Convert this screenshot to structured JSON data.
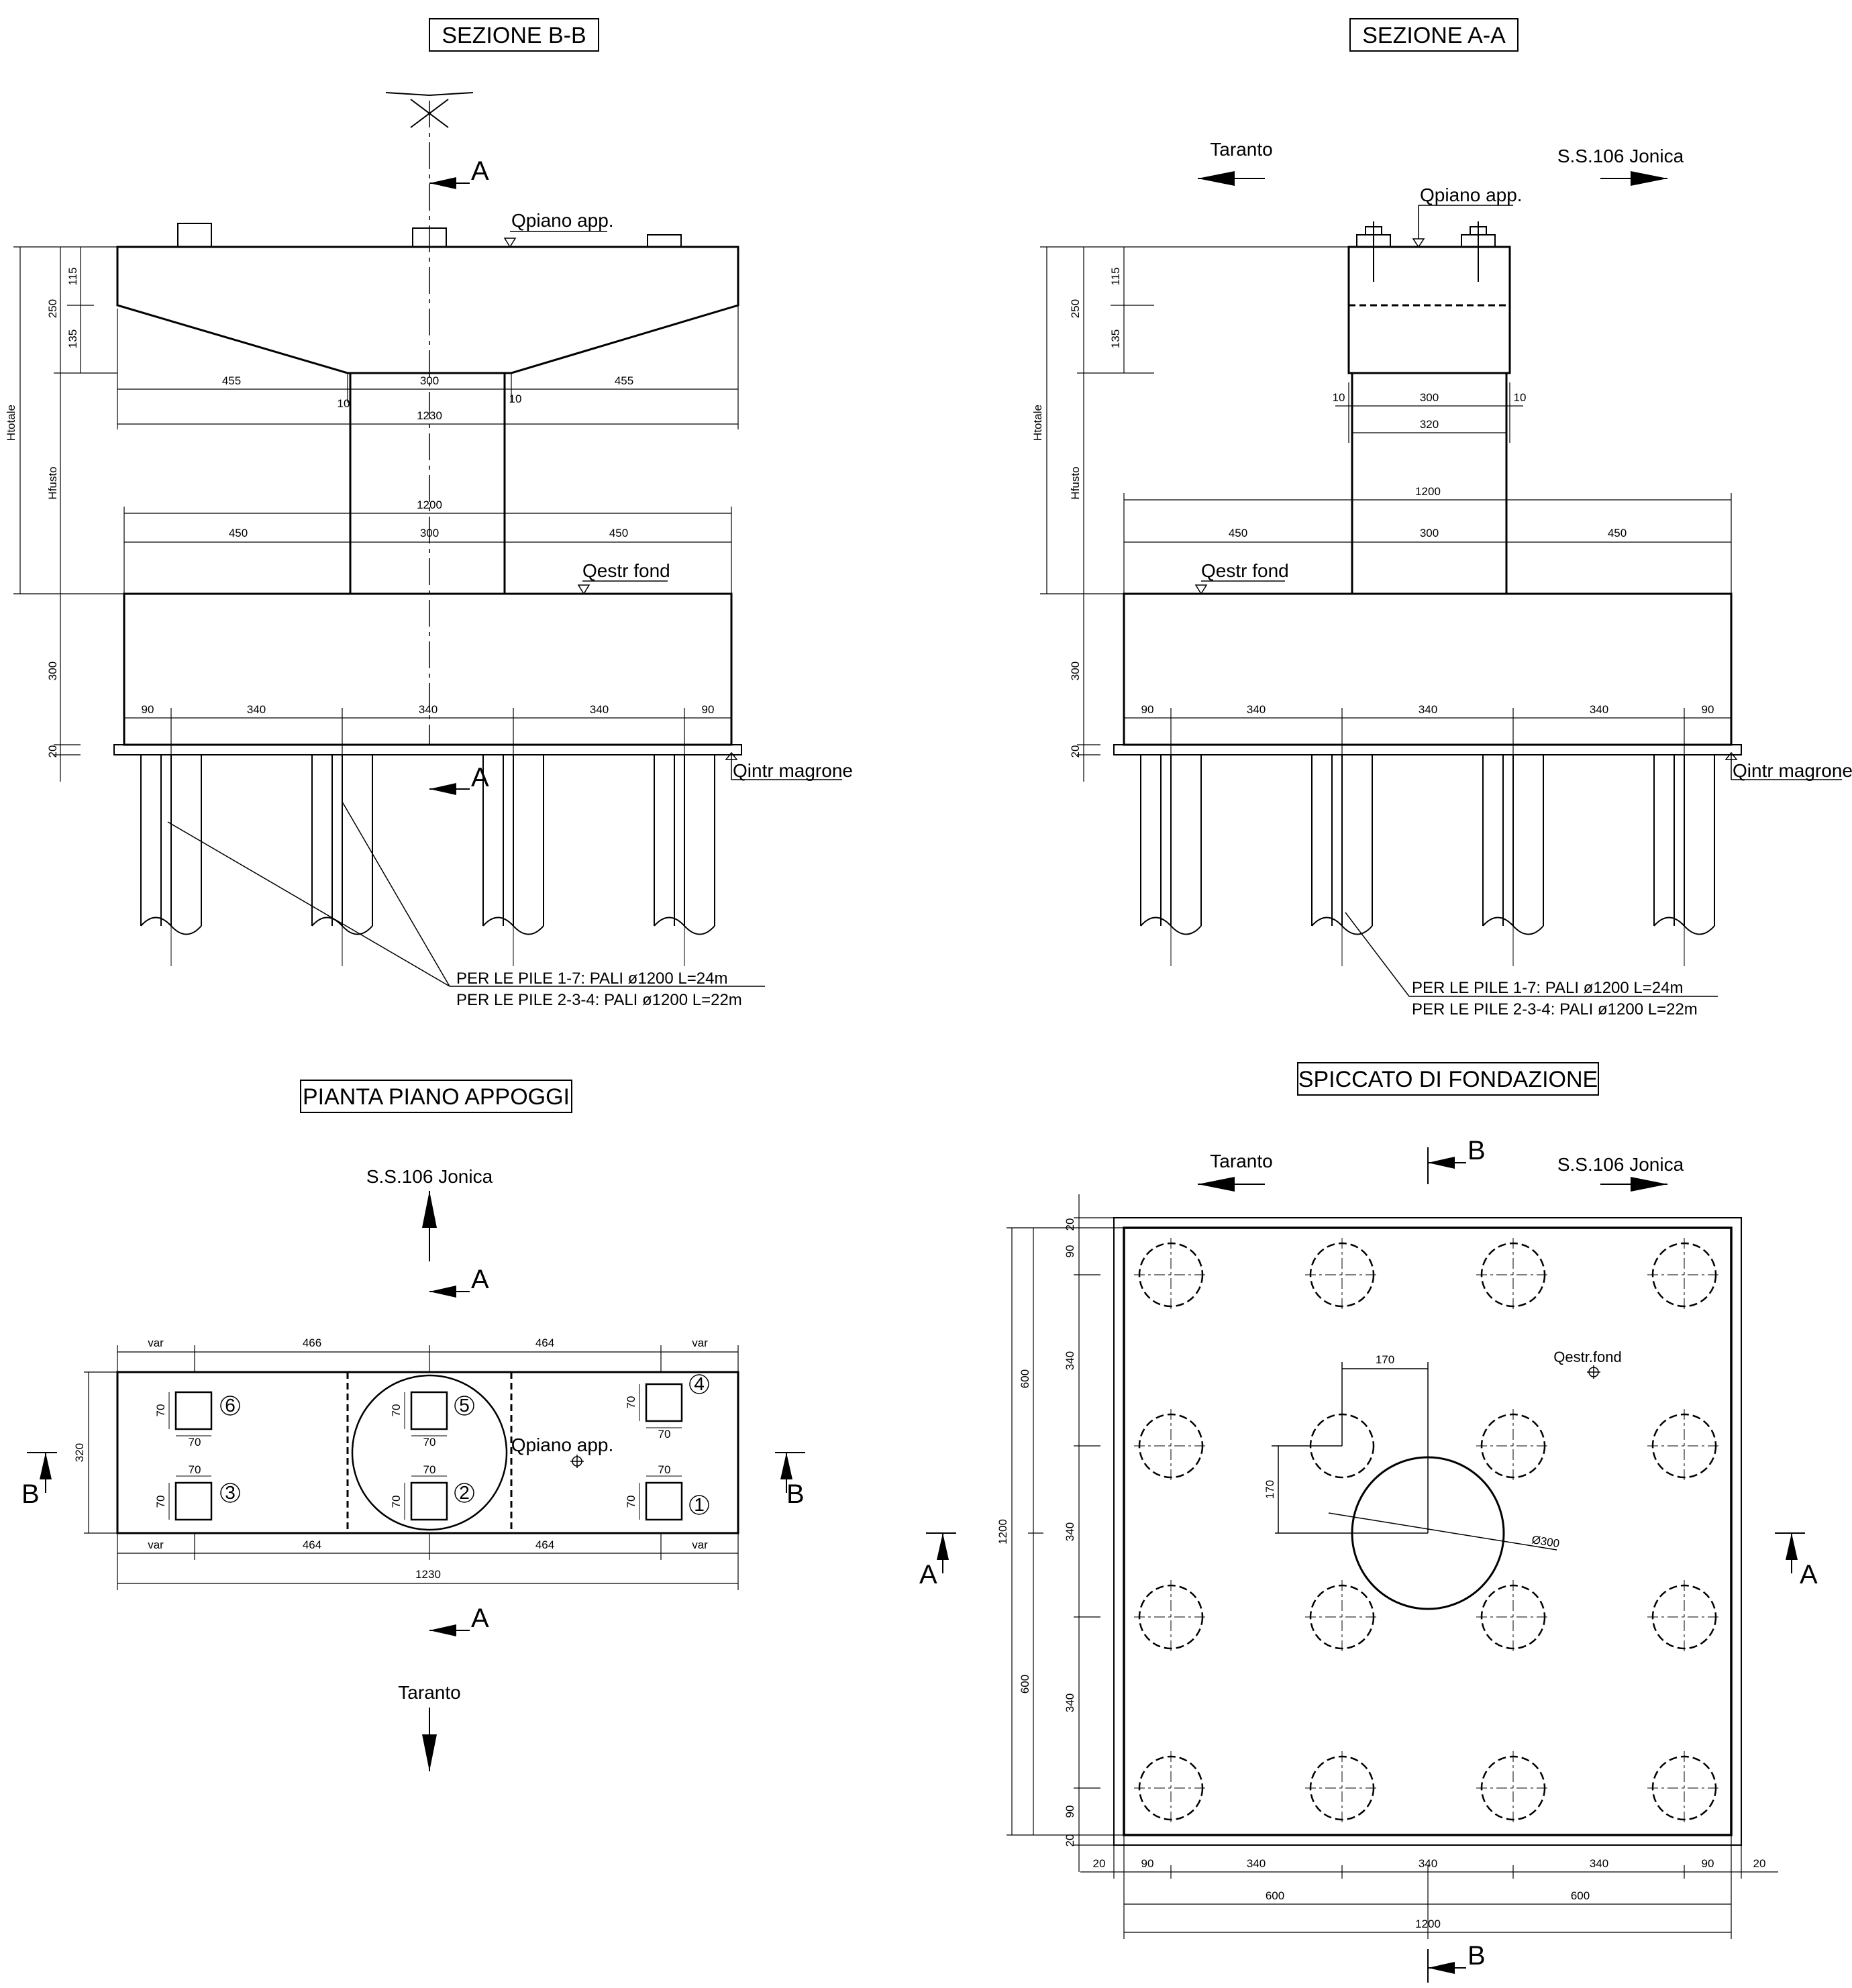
{
  "titles": {
    "sezione_bb": "SEZIONE B-B",
    "sezione_aa": "SEZIONE A-A",
    "pianta": "PIANTA PIANO APPOGGI",
    "spiccato": "SPICCATO DI FONDAZIONE"
  },
  "labels": {
    "taranto": "Taranto",
    "ss106": "S.S.106 Jonica",
    "qpiano": "Qpiano app.",
    "qestr": "Qestr fond",
    "qestr2": "Qestr.fond",
    "qintr": "Qintr magrone",
    "htotale": "Htotale",
    "hfusto": "Hfusto",
    "note1": "PER LE PILE 1-7: PALI ø1200 L=24m",
    "note2": "PER LE PILE 2-3-4: PALI ø1200 L=22m",
    "sec_a": "A",
    "sec_b": "B",
    "var": "var",
    "phi300": "Ø300"
  },
  "dims": {
    "d10": "10",
    "d20": "20",
    "d70": "70",
    "d90": "90",
    "d115": "115",
    "d135": "135",
    "d170": "170",
    "d250": "250",
    "d300": "300",
    "d320": "320",
    "d340": "340",
    "d450": "450",
    "d455": "455",
    "d464": "464",
    "d466": "466",
    "d600": "600",
    "d1200": "1200",
    "d1230": "1230"
  },
  "bearings": [
    "1",
    "2",
    "3",
    "4",
    "5",
    "6"
  ]
}
